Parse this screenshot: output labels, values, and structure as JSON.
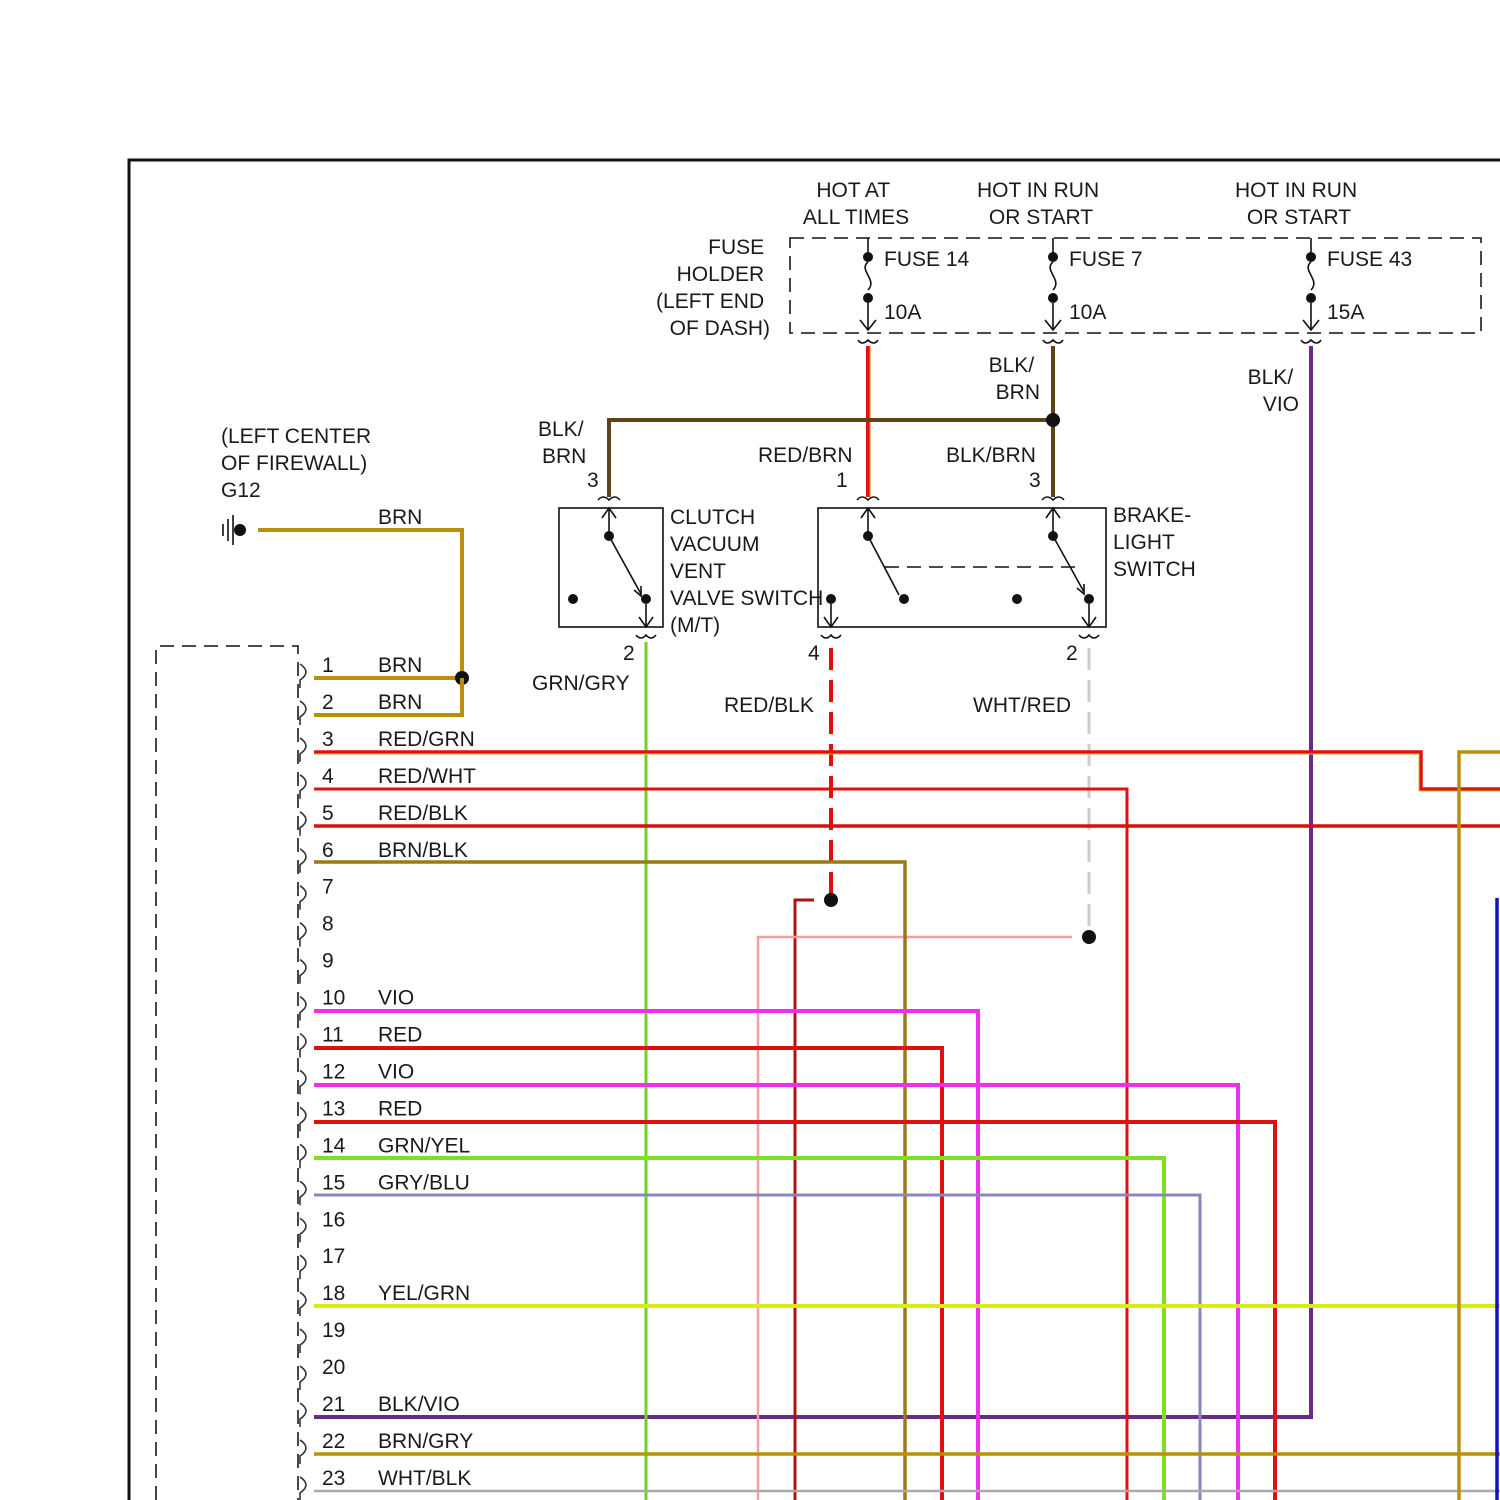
{
  "power": {
    "hot_at_all_times": [
      "HOT AT",
      "ALL TIMES"
    ],
    "hot_in_run_1": [
      "HOT IN RUN",
      "OR START"
    ],
    "hot_in_run_2": [
      "HOT IN RUN",
      "OR START"
    ]
  },
  "fuse_holder": [
    "FUSE",
    "HOLDER",
    "(LEFT END",
    "OF DASH)"
  ],
  "fuses": [
    {
      "name": "FUSE 14",
      "rating": "10A"
    },
    {
      "name": "FUSE 7",
      "rating": "10A"
    },
    {
      "name": "FUSE 43",
      "rating": "15A"
    }
  ],
  "ground": {
    "location": [
      "(LEFT CENTER",
      "OF FIREWALL)"
    ],
    "id": "G12"
  },
  "clutch_switch": {
    "name": [
      "CLUTCH",
      "VACUUM",
      "VENT",
      "VALVE SWITCH",
      "(M/T)"
    ],
    "pin_top": "3",
    "pin_bottom": "2"
  },
  "brake_switch": {
    "name": [
      "BRAKE-",
      "LIGHT",
      "SWITCH"
    ],
    "pins": {
      "p1": "1",
      "p3": "3",
      "p4": "4",
      "p2": "2"
    }
  },
  "wire_labels": {
    "brn_ground": "BRN",
    "clutch_top": [
      "BLK/",
      "BRN"
    ],
    "fuse7_out": [
      "BLK/",
      "BRN"
    ],
    "fuse43_out": [
      "BLK/",
      "VIO"
    ],
    "red_brn": "RED/BRN",
    "blk_brn": "BLK/BRN",
    "grn_gry": "GRN/GRY",
    "red_blk": "RED/BLK",
    "wht_red": "WHT/RED"
  },
  "connector_pins": [
    {
      "num": "1",
      "wire": "BRN"
    },
    {
      "num": "2",
      "wire": "BRN"
    },
    {
      "num": "3",
      "wire": "RED/GRN"
    },
    {
      "num": "4",
      "wire": "RED/WHT"
    },
    {
      "num": "5",
      "wire": "RED/BLK"
    },
    {
      "num": "6",
      "wire": "BRN/BLK"
    },
    {
      "num": "7",
      "wire": ""
    },
    {
      "num": "8",
      "wire": ""
    },
    {
      "num": "9",
      "wire": ""
    },
    {
      "num": "10",
      "wire": "VIO"
    },
    {
      "num": "11",
      "wire": "RED"
    },
    {
      "num": "12",
      "wire": "VIO"
    },
    {
      "num": "13",
      "wire": "RED"
    },
    {
      "num": "14",
      "wire": "GRN/YEL"
    },
    {
      "num": "15",
      "wire": "GRY/BLU"
    },
    {
      "num": "16",
      "wire": ""
    },
    {
      "num": "17",
      "wire": ""
    },
    {
      "num": "18",
      "wire": "YEL/GRN"
    },
    {
      "num": "19",
      "wire": ""
    },
    {
      "num": "20",
      "wire": ""
    },
    {
      "num": "21",
      "wire": "BLK/VIO"
    },
    {
      "num": "22",
      "wire": "BRN/GRY"
    },
    {
      "num": "23",
      "wire": "WHT/BLK"
    }
  ],
  "colors": {
    "brn": "#b8900a",
    "red": "#e01010",
    "vio": "#ee30ee",
    "green": "#70d020",
    "yelgrn": "#d8ee10",
    "grayblu": "#8888bb",
    "blkvio": "#6a2a8a",
    "blkbrn": "#5a4418",
    "pink": "#f0a0a0",
    "wht": "#cccccc",
    "blue": "#1010cc",
    "darkred": "#b01010"
  }
}
